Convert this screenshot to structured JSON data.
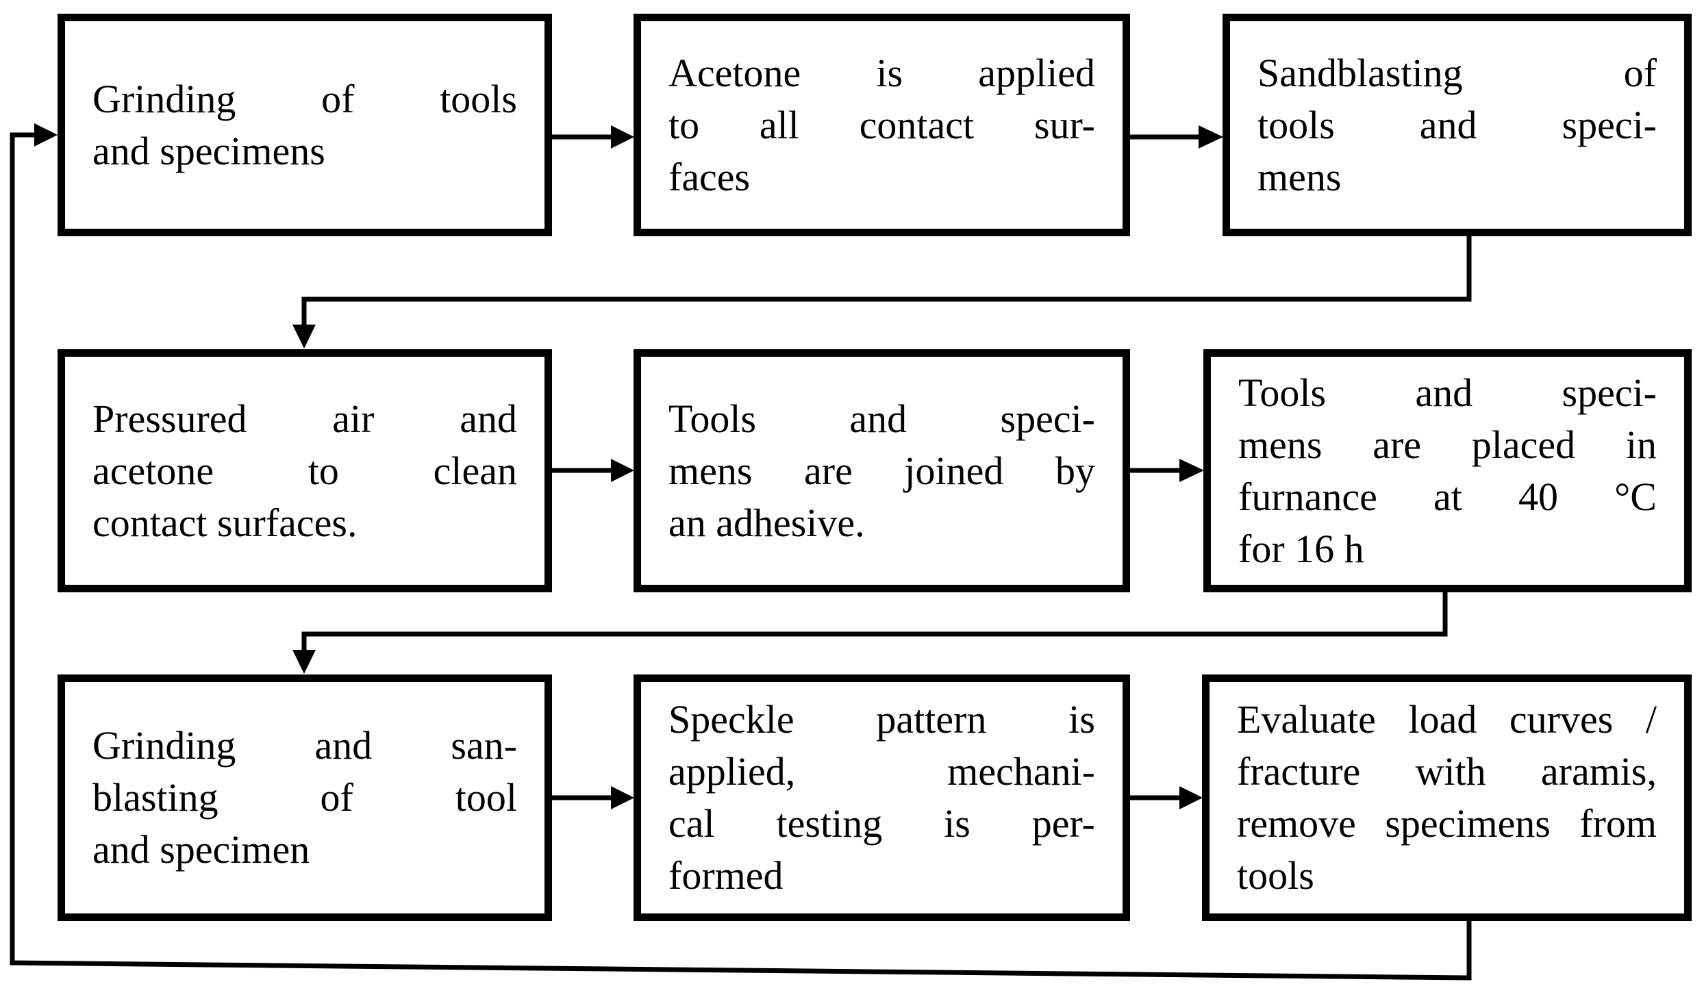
{
  "diagram": {
    "type": "flowchart",
    "background_color": "#ffffff",
    "line_color": "#000000",
    "text_color": "#000000",
    "steps": [
      {
        "id": "grinding-tools-specimens",
        "lines": [
          "Grinding of tools",
          "and specimens"
        ]
      },
      {
        "id": "acetone-applied",
        "lines": [
          "Acetone is applied",
          "to all contact sur-",
          "faces"
        ]
      },
      {
        "id": "sandblasting-tools-specimens",
        "lines": [
          "Sandblasting of",
          "tools and speci-",
          "mens"
        ]
      },
      {
        "id": "pressured-air-acetone-clean",
        "lines": [
          "Pressured air and",
          "acetone to clean",
          "contact surfaces."
        ]
      },
      {
        "id": "joined-by-adhesive",
        "lines": [
          "Tools and speci-",
          "mens are joined by",
          "an adhesive."
        ]
      },
      {
        "id": "placed-in-furnance",
        "lines": [
          "Tools and speci-",
          "mens are placed in",
          "furnance at 40 °C",
          "for 16 h"
        ]
      },
      {
        "id": "grinding-sanblasting",
        "lines": [
          "Grinding and san-",
          "blasting of tool",
          "and specimen"
        ]
      },
      {
        "id": "speckle-pattern-testing",
        "lines": [
          "Speckle pattern is",
          "applied, mechani-",
          "cal testing is per-",
          "formed"
        ]
      },
      {
        "id": "evaluate-load-curves",
        "lines": [
          "Evaluate load curves /",
          "fracture with aramis,",
          "remove specimens from",
          "tools"
        ]
      }
    ],
    "flow": [
      "grinding-tools-specimens -> acetone-applied",
      "acetone-applied -> sandblasting-tools-specimens",
      "sandblasting-tools-specimens -> pressured-air-acetone-clean",
      "pressured-air-acetone-clean -> joined-by-adhesive",
      "joined-by-adhesive -> placed-in-furnance",
      "placed-in-furnance -> grinding-sanblasting",
      "grinding-sanblasting -> speckle-pattern-testing",
      "speckle-pattern-testing -> evaluate-load-curves",
      "evaluate-load-curves -> grinding-tools-specimens"
    ]
  }
}
